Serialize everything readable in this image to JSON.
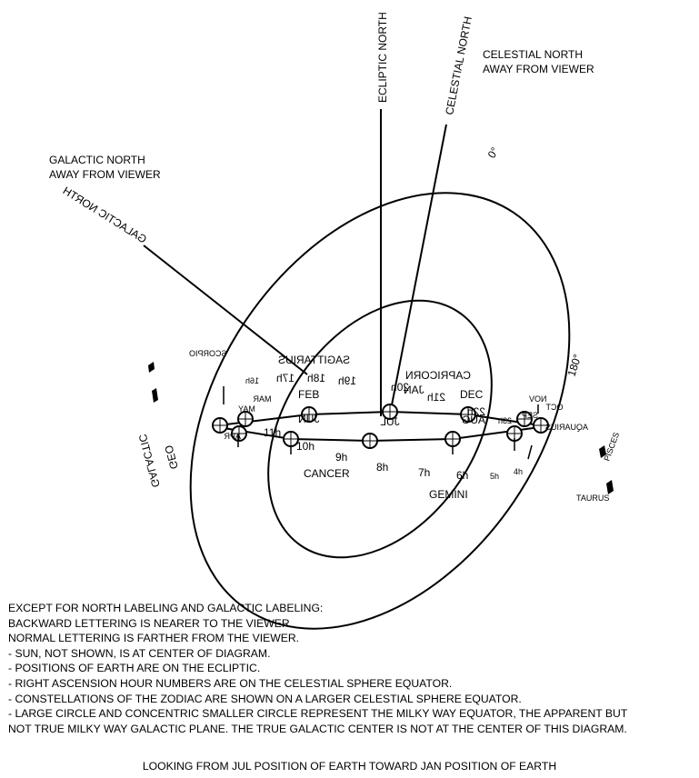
{
  "labels": {
    "ecliptic_north": "ECLIPTIC NORTH",
    "celestial_north": "CELESTIAL NORTH",
    "celestial_away_1": "CELESTIAL NORTH",
    "celestial_away_2": "AWAY FROM VIEWER",
    "galactic_away_1": "GALACTIC NORTH",
    "galactic_away_2": "AWAY FROM VIEWER",
    "galactic_north": "GALACTIC NORTH",
    "galactic_circle_1": "GALACTIC",
    "galactic_circle_2": "GEO"
  },
  "galactic_degrees": {
    "top": "0°",
    "right": "180°"
  },
  "months": [
    {
      "id": "feb",
      "text": "FEB",
      "mirror": false
    },
    {
      "id": "jun",
      "text": "JUN",
      "mirror": true
    },
    {
      "id": "mar",
      "text": "MAR",
      "mirror": true
    },
    {
      "id": "jul",
      "text": "JUL",
      "mirror": true
    },
    {
      "id": "jan",
      "text": "JAN",
      "mirror": true
    },
    {
      "id": "dec",
      "text": "DEC",
      "mirror": false
    },
    {
      "id": "aug",
      "text": "AUG",
      "mirror": true
    },
    {
      "id": "sep",
      "text": "SEP",
      "mirror": true
    },
    {
      "id": "nov",
      "text": "NOV",
      "mirror": true
    },
    {
      "id": "oct",
      "text": "OCT",
      "mirror": true
    },
    {
      "id": "may",
      "text": "MAY",
      "mirror": true
    },
    {
      "id": "apr",
      "text": "APR",
      "mirror": true
    }
  ],
  "hours": [
    {
      "id": "h19",
      "text": "19h",
      "mirror": true
    },
    {
      "id": "h18",
      "text": "18h",
      "mirror": true
    },
    {
      "id": "h17",
      "text": "17h",
      "mirror": true
    },
    {
      "id": "h16",
      "text": "16h",
      "mirror": true
    },
    {
      "id": "h20",
      "text": "20h",
      "mirror": true
    },
    {
      "id": "h21",
      "text": "21h",
      "mirror": true
    },
    {
      "id": "h22",
      "text": "22h",
      "mirror": true
    },
    {
      "id": "h23",
      "text": "23h",
      "mirror": true
    },
    {
      "id": "h11",
      "text": "11h",
      "mirror": false
    },
    {
      "id": "h10",
      "text": "10h",
      "mirror": false
    },
    {
      "id": "h9",
      "text": "9h",
      "mirror": false
    },
    {
      "id": "h8",
      "text": "8h",
      "mirror": false
    },
    {
      "id": "h7",
      "text": "7h",
      "mirror": false
    },
    {
      "id": "h6",
      "text": "6h",
      "mirror": false
    },
    {
      "id": "h5",
      "text": "5h",
      "mirror": false
    },
    {
      "id": "h4",
      "text": "4h",
      "mirror": false
    }
  ],
  "constellations": [
    {
      "id": "sagittarius",
      "text": "SAGITTARIUS",
      "mirror": true
    },
    {
      "id": "capricorn",
      "text": "CAPRICORN",
      "mirror": true
    },
    {
      "id": "scorpio",
      "text": "SCORPIO",
      "mirror": true
    },
    {
      "id": "aquarius",
      "text": "AQUARIUS",
      "mirror": true
    },
    {
      "id": "cancer",
      "text": "CANCER",
      "mirror": false
    },
    {
      "id": "gemini",
      "text": "GEMINI",
      "mirror": false
    },
    {
      "id": "pisces",
      "text": "PISCES",
      "mirror": false
    },
    {
      "id": "taurus",
      "text": "TAURUS",
      "mirror": false
    }
  ],
  "notes": [
    "EXCEPT FOR NORTH LABELING AND GALACTIC LABELING:",
    "BACKWARD LETTERING IS NEARER TO THE VIEWER.",
    "NORMAL LETTERING IS FARTHER FROM THE VIEWER.",
    "-  SUN, NOT SHOWN, IS AT CENTER OF DIAGRAM.",
    "-  POSITIONS OF EARTH ARE ON THE ECLIPTIC.",
    "-  RIGHT ASCENSION HOUR NUMBERS ARE ON THE CELESTIAL SPHERE EQUATOR.",
    "-  CONSTELLATIONS OF THE ZODIAC ARE SHOWN ON A LARGER CELESTIAL SPHERE EQUATOR.",
    "-  LARGE CIRCLE AND CONCENTRIC SMALLER CIRCLE REPRESENT THE MILKY WAY EQUATOR, THE APPARENT BUT",
    "NOT TRUE MILKY WAY GALACTIC PLANE. THE TRUE GALACTIC CENTER IS NOT AT THE CENTER OF THIS DIAGRAM."
  ],
  "caption": "LOOKING FROM JUL POSITION OF EARTH TOWARD JAN POSITION OF EARTH"
}
